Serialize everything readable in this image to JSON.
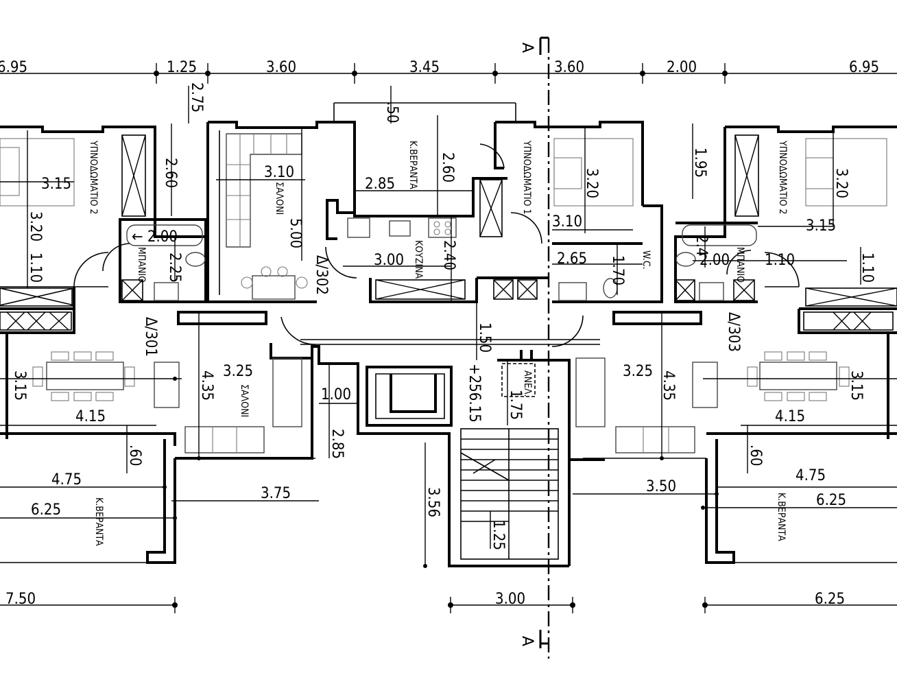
{
  "top_dimensions": [
    "6.95",
    "1.25",
    "3.60",
    "3.45",
    "3.60",
    "2.00",
    "6.95"
  ],
  "section_marker": "A",
  "rooms": {
    "bedroom2_left": "ΥΠΝΟΔΩΜΑΤΙΟ 2",
    "bath_left": "ΜΠΑΝΙΟ",
    "living_top": "ΣΑΛΟΝΙ",
    "veranda_top": "Κ.ΒΕΡΑΝΤΑ",
    "kitchen": "ΚΟΥΖΙΝΑ",
    "bedroom1": "ΥΠΝΟΔΩΜΑΤΙΟ 1",
    "wc": "W.C.",
    "bedroom2_right": "ΥΠΝΟΔΩΜΑΤΙΟ 2",
    "bath_right": "ΜΠΑΝΙΟ",
    "living_left": "ΣΑΛΟΝΙ",
    "veranda_left": "Κ.ΒΕΡΑΝΤΑ",
    "lift": "ΑΝΕΛ.",
    "veranda_right": "Κ.ΒΕΡΑΝΤΑ"
  },
  "apartments": {
    "left": "Δ/301",
    "middle": "Δ/302",
    "right": "Δ/303"
  },
  "level_mark": "+256.15",
  "dimensions": {
    "d_275": "2.75",
    "d_050": ".50",
    "d_315_a": "3.15",
    "d_320_a": "3.20",
    "d_110_a": "1.10",
    "d_260_a": "2.60",
    "d_200_a": "← 2.00",
    "d_225": "2.25",
    "d_310_a": "3.10",
    "d_500": "5.00",
    "d_285_a": "2.85",
    "d_260_b": "2.60",
    "d_300_a": "3.00",
    "d_240_a": "2.40",
    "d_320_b": "3.20",
    "d_310_b": "3.10",
    "d_265": "2.65",
    "d_170": "1.70",
    "d_195": "1.95",
    "d_320_c": "3.20",
    "d_315_b": "3.15",
    "d_240_b": "2.4",
    "d_200_b": "2.00",
    "d_110_b": "1.10",
    "d_110_c": "1.10",
    "d_150": "1.50",
    "d_315_c": "3.15",
    "d_325_a": "3.25",
    "d_435_a": "4.35",
    "d_415_a": "4.15",
    "d_100": "1.00",
    "d_175": "1.75",
    "d_325_b": "3.25",
    "d_435_b": "4.35",
    "d_315_d": "3.15",
    "d_415_b": "4.15",
    "d_060_a": ".60",
    "d_285_b": "2.85",
    "d_060_b": ".60",
    "d_475_a": "4.75",
    "d_375": "3.75",
    "d_350": "3.50",
    "d_475_b": "4.75",
    "d_625_a": "6.25",
    "d_356": "3.56",
    "d_625_b": "6.25",
    "d_125": "1.25"
  },
  "bottom_dimensions": [
    "7.50",
    "3.00",
    "6.25"
  ]
}
